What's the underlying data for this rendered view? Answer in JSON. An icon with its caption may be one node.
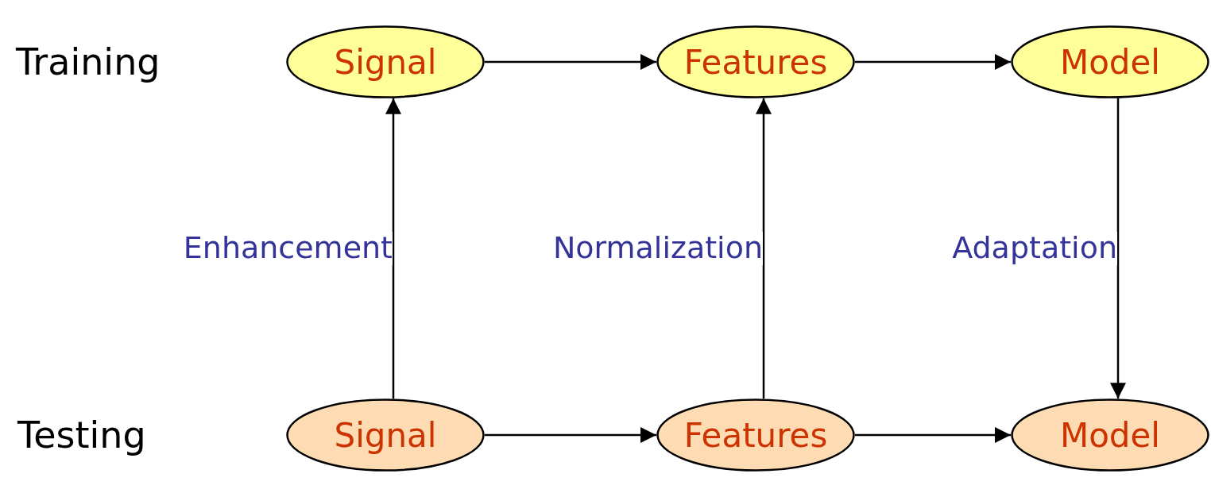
{
  "diagram": {
    "nodes": [
      {
        "text": [
          "Signal"
        ]
      },
      {
        "text": [
          "Features"
        ]
      },
      {
        "text": [
          "Model"
        ]
      },
      {
        "text": [
          "Signal"
        ]
      },
      {
        "text": [
          "Features"
        ]
      },
      {
        "text": [
          "Model"
        ]
      }
    ],
    "edges": [
      {
        "from": 0,
        "to": 1,
        "arrow": "to"
      },
      {
        "from": 1,
        "to": 2,
        "arrow": "to"
      },
      {
        "from": 3,
        "to": 4,
        "arrow": "to"
      },
      {
        "from": 4,
        "to": 5,
        "arrow": "to"
      },
      {
        "from": 3,
        "to": 0,
        "arrow": "to",
        "label": "Enhancement"
      },
      {
        "from": 4,
        "to": 1,
        "arrow": "to",
        "label": "Normalization"
      },
      {
        "from": 2,
        "to": 5,
        "arrow": "to",
        "label": "Adaptation"
      }
    ],
    "labels": [
      "Training",
      "Testing"
    ]
  }
}
